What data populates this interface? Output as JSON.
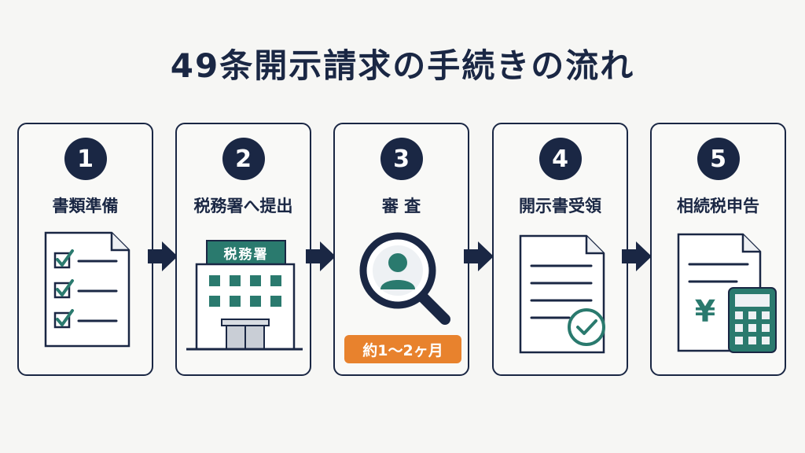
{
  "title": "49条開示請求の手続きの流れ",
  "steps": [
    {
      "number": "1",
      "label": "書類準備",
      "icon": "checklist-document-icon"
    },
    {
      "number": "2",
      "label": "税務署へ提出",
      "icon": "tax-office-building-icon",
      "building_sign": "税務署"
    },
    {
      "number": "3",
      "label": "審 査",
      "icon": "magnifier-person-icon",
      "duration": "約1～2ヶ月"
    },
    {
      "number": "4",
      "label": "開示書受領",
      "icon": "document-check-icon"
    },
    {
      "number": "5",
      "label": "相続税申告",
      "icon": "yen-calculator-document-icon",
      "yen_symbol": "¥"
    }
  ],
  "colors": {
    "navy": "#1a2744",
    "teal": "#2a7a6e",
    "orange": "#e8822d",
    "background": "#f6f6f4"
  }
}
